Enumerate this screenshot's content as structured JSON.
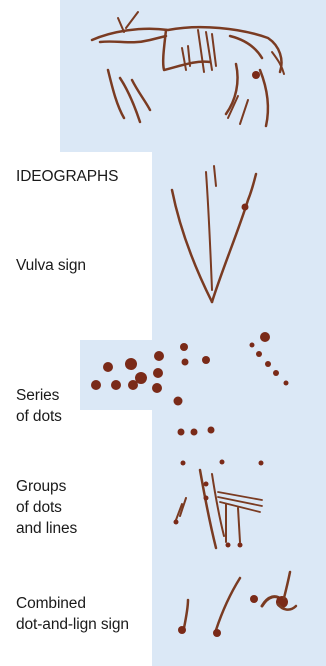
{
  "labels": {
    "section": "IDEOGRAPHS",
    "vulva": "Vulva sign",
    "dots": "Series\nof dots",
    "groups": "Groups\nof dots\nand lines",
    "combined": "Combined\ndot-and-lign sign"
  },
  "colors": {
    "panel": "#dbe8f6",
    "ink": "#7a2a18",
    "text": "#1a1a1a"
  }
}
